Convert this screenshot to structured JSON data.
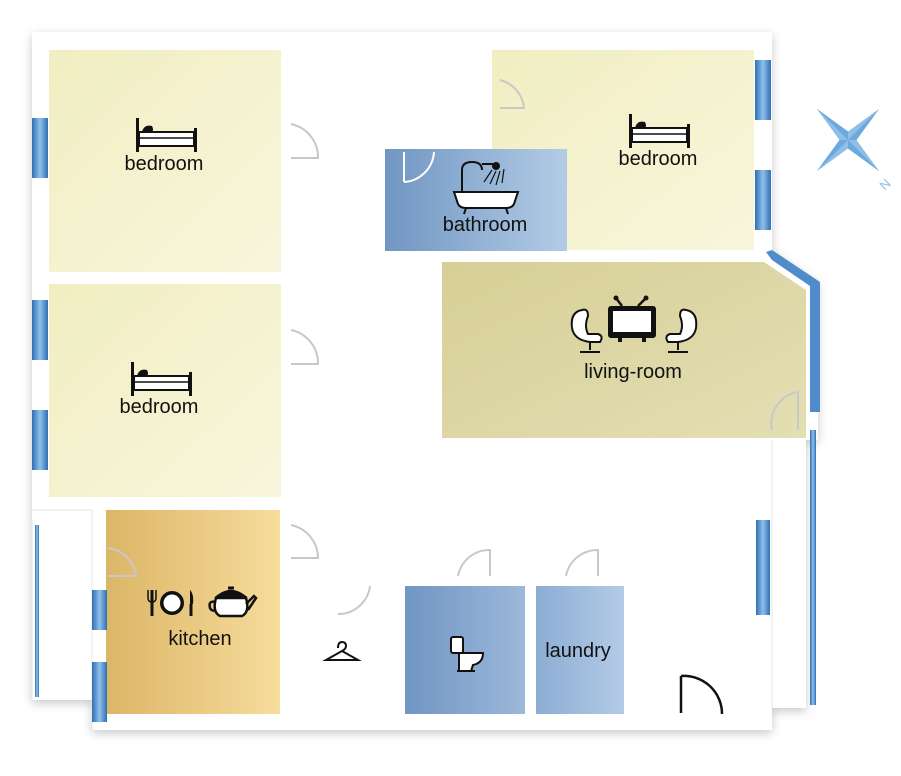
{
  "rooms": {
    "bedroom_top_left": {
      "label": "bedroom"
    },
    "bedroom_bottom_left": {
      "label": "bedroom"
    },
    "bedroom_top_right": {
      "label": "bedroom"
    },
    "bathroom": {
      "label": "bathroom"
    },
    "living_room": {
      "label": "living-room"
    },
    "kitchen": {
      "label": "kitchen"
    },
    "laundry": {
      "label": "laundry"
    },
    "toilet": {
      "label": ""
    },
    "closet": {
      "label": ""
    }
  },
  "compass": {
    "north_label": "N"
  },
  "icons": [
    "bed-icon",
    "shower-bathtub-icon",
    "armchair-icon",
    "tv-icon",
    "plate-cutlery-icon",
    "teapot-icon",
    "toilet-icon",
    "hanger-icon"
  ],
  "colors": {
    "bedroom": "#f6f3cf",
    "living_room": "#ddd7a4",
    "bathroom": "#7a9ec8",
    "bathroom_light": "#a7c3e0",
    "kitchen": "#f2cf85",
    "toilet": "#7fa3cd",
    "laundry": "#a1bcdc",
    "wall": "#ffffff",
    "window": "#4f8cc9",
    "compass": "#8fbfe6"
  }
}
